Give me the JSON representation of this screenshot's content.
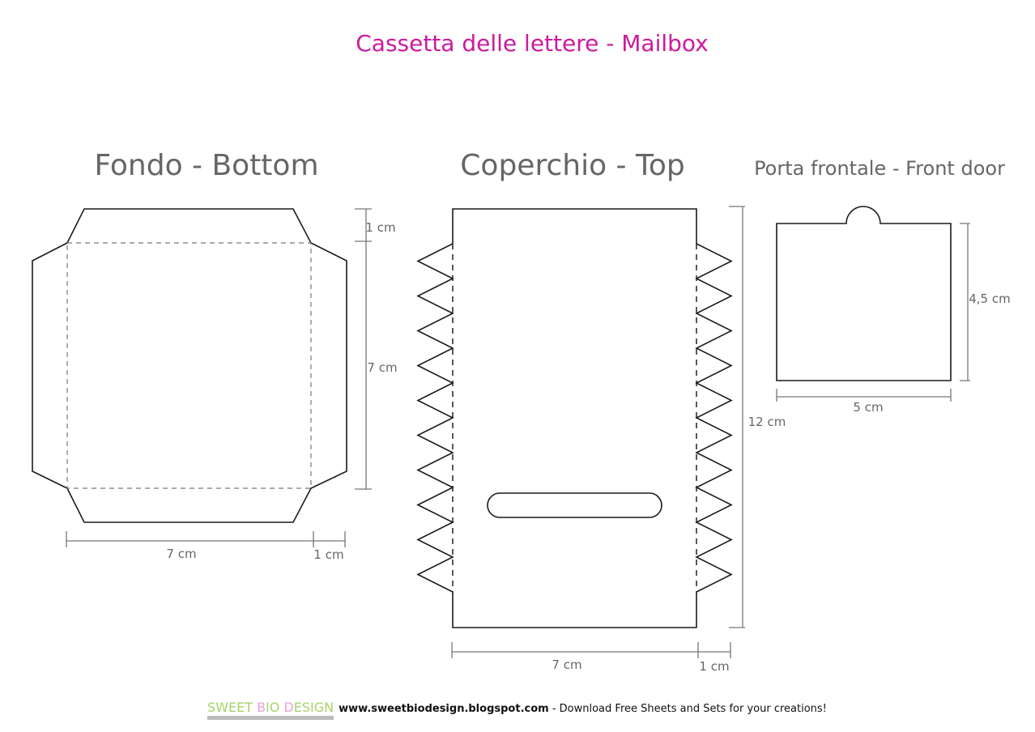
{
  "title": "Cassetta delle lettere - Mailbox",
  "pieces": {
    "bottom": {
      "title": "Fondo - Bottom",
      "dims": {
        "flap_v": "1 cm",
        "side_v": "7 cm",
        "side_h": "7 cm",
        "flap_h": "1 cm"
      }
    },
    "top": {
      "title": "Coperchio - Top",
      "dims": {
        "height": "12 cm",
        "width": "7 cm",
        "flap": "1 cm"
      }
    },
    "door": {
      "title": "Porta frontale - Front door",
      "dims": {
        "height": "4,5 cm",
        "width": "5 cm"
      }
    }
  },
  "footer": {
    "logo_part1": "SWEET ",
    "logo_part2": "B",
    "logo_part3": "IO ",
    "logo_part4": "D",
    "logo_part5": "ESIGN",
    "url": "www.sweetbiodesign.blogspot.com",
    "tagline": " - Download Free Sheets and Sets for your creations!"
  },
  "colors": {
    "title": "#cc1a9e",
    "logo_green": "#a6d26a",
    "logo_pink": "#e8a4d0"
  }
}
